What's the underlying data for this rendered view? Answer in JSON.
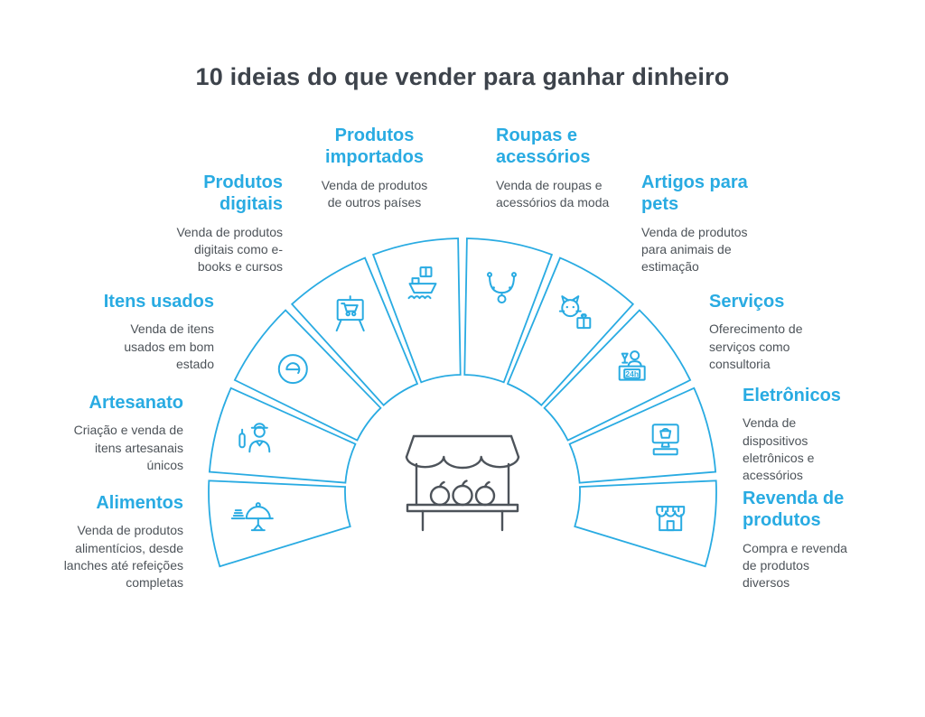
{
  "title": "10 ideias do que vender para ganhar dinheiro",
  "colors": {
    "accent": "#29abe2",
    "heading": "#3d434b",
    "body": "#4d5359",
    "icondark": "#4d535a"
  },
  "center": {
    "icon": "market-stall-icon"
  },
  "items": [
    {
      "label": "Alimentos",
      "description": "Venda de produtos alimentícios, desde lanches até refeições completas",
      "icon": "food-stand-icon"
    },
    {
      "label": "Artesanato",
      "description": "Criação e venda de itens artesanais únicos",
      "icon": "artisan-icon"
    },
    {
      "label": "Itens usados",
      "description": "Venda de itens usados em bom estado",
      "icon": "e-commerce-circle-icon"
    },
    {
      "label": "Produtos digitais",
      "description": "Venda de produtos digitais como e-books e cursos",
      "icon": "presentation-cart-icon"
    },
    {
      "label": "Produtos importados",
      "description": "Venda de produtos de outros países",
      "icon": "ship-package-icon"
    },
    {
      "label": "Roupas e acessórios",
      "description": "Venda de roupas e acessórios da moda",
      "icon": "necklace-icon"
    },
    {
      "label": "Artigos para pets",
      "description": "Venda de produtos para animais de estimação",
      "icon": "pet-gift-icon"
    },
    {
      "label": "Serviços",
      "description": "Oferecimento de serviços como consultoria",
      "icon": "service-24h-icon",
      "badge": "24h"
    },
    {
      "label": "Eletrônicos",
      "description": "Venda de dispositivos eletrônicos e acessórios",
      "icon": "computer-basket-icon"
    },
    {
      "label": "Revenda de produtos",
      "description": "Compra e revenda de produtos diversos",
      "icon": "storefront-icon"
    }
  ]
}
